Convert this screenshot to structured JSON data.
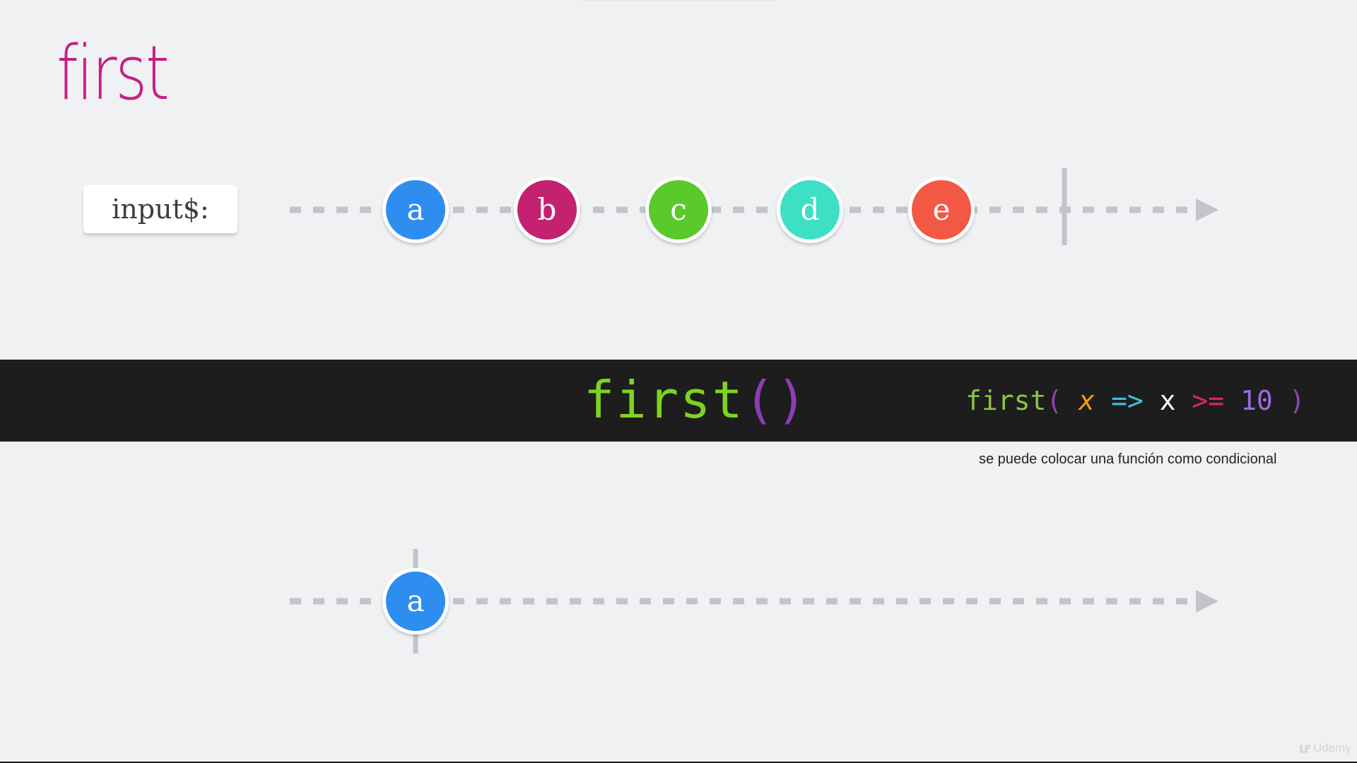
{
  "title": "first",
  "input_label": "input$:",
  "input_stream": {
    "marbles": [
      {
        "label": "a",
        "color": "#2f8ef0"
      },
      {
        "label": "b",
        "color": "#c4216f"
      },
      {
        "label": "c",
        "color": "#5ac92b"
      },
      {
        "label": "d",
        "color": "#3ee0c4"
      },
      {
        "label": "e",
        "color": "#f35944"
      }
    ],
    "completes": true
  },
  "operator": {
    "name": "first",
    "open_paren": "(",
    "close_paren": ")",
    "code": {
      "fn": "first",
      "open": "(",
      "param": "x",
      "arrow": "=>",
      "var": "x",
      "op": ">=",
      "num": "10",
      "close": ")"
    }
  },
  "caption": "se puede colocar una función como condicional",
  "output_stream": {
    "marbles": [
      {
        "label": "a",
        "color": "#2f8ef0"
      }
    ],
    "completes_at_first": true
  },
  "watermark": "Udemy",
  "colors": {
    "title": "#c42083",
    "dash": "#c3c3cc",
    "operator_bg": "#1d1d1d",
    "operator_text": "#7ed321",
    "operator_paren": "#8e3bb8"
  }
}
